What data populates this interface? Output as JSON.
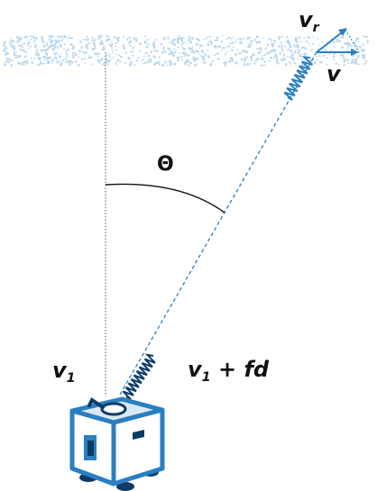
{
  "labels": {
    "theta": "Θ",
    "v": "v",
    "vr_main": "v",
    "vr_sub": "r",
    "v1_main": "v",
    "v1_sub": "1",
    "v1fd_main": "v",
    "v1fd_sub": "1",
    "v1fd_rest": " + fd"
  },
  "colors": {
    "beam": "#2a7fc0",
    "vector": "#2a7fc0",
    "cloud": "#bcd8ee",
    "robot_top": "#dbe9f5",
    "robot_face": "#ffffff",
    "robot_frame": "#2a7fc0",
    "robot_dark": "#0d3b66",
    "vertical": "#555555",
    "arc": "#111111"
  },
  "icons": {
    "cloud": "scattered-dots-cloud",
    "spring": "coil-spring",
    "robot": "cube-robot-with-antenna"
  }
}
